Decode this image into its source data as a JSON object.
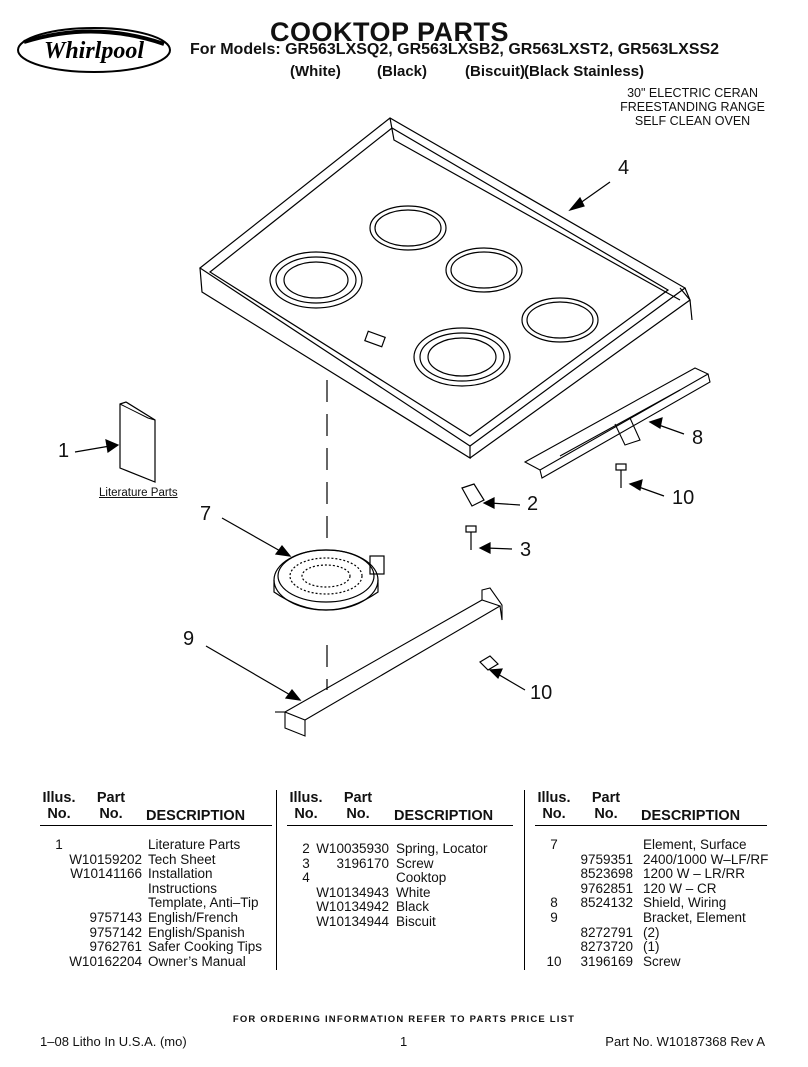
{
  "brand": "Whirlpool",
  "header": {
    "title": "COOKTOP PARTS",
    "models": "For Models: GR563LXSQ2, GR563LXSB2, GR563LXST2, GR563LXSS2",
    "color_white": "(White)",
    "color_black": "(Black)",
    "color_biscuit": "(Biscuit)",
    "color_black_stainless": "(Black Stainless)",
    "subtitle": [
      "30\" ELECTRIC CERAN",
      "FREESTANDING RANGE",
      "SELF CLEAN OVEN"
    ]
  },
  "diagram": {
    "labels": [
      "4",
      "8",
      "10",
      "2",
      "3",
      "1",
      "7",
      "9",
      "10"
    ],
    "literature_label": "Literature Parts"
  },
  "table": {
    "headers": {
      "illus": [
        "Illus.",
        "No."
      ],
      "part": [
        "Part",
        "No."
      ],
      "description": "DESCRIPTION"
    },
    "col1": [
      {
        "illus": "1",
        "part": "",
        "desc": "Literature Parts"
      },
      {
        "illus": "",
        "part": "W10159202",
        "desc": "Tech Sheet"
      },
      {
        "illus": "",
        "part": "W10141166",
        "desc": "Installation"
      },
      {
        "illus": "",
        "part": "",
        "desc": "Instructions"
      },
      {
        "illus": "",
        "part": "",
        "desc": "Template, Anti–Tip"
      },
      {
        "illus": "",
        "part": "9757143",
        "desc": "English/French"
      },
      {
        "illus": "",
        "part": "9757142",
        "desc": "English/Spanish"
      },
      {
        "illus": "",
        "part": "9762761",
        "desc": "Safer Cooking Tips"
      },
      {
        "illus": "",
        "part": "W10162204",
        "desc": "Owner’s Manual"
      }
    ],
    "col2": [
      {
        "illus": "2",
        "part": "W10035930",
        "desc": "Spring, Locator"
      },
      {
        "illus": "3",
        "part": "3196170",
        "desc": "Screw"
      },
      {
        "illus": "4",
        "part": "",
        "desc": "Cooktop"
      },
      {
        "illus": "",
        "part": "W10134943",
        "desc": "White"
      },
      {
        "illus": "",
        "part": "W10134942",
        "desc": "Black"
      },
      {
        "illus": "",
        "part": "W10134944",
        "desc": "Biscuit"
      }
    ],
    "col3": [
      {
        "illus": "7",
        "part": "",
        "desc": "Element, Surface"
      },
      {
        "illus": "",
        "part": "9759351",
        "desc": "2400/1000 W–LF/RF"
      },
      {
        "illus": "",
        "part": "8523698",
        "desc": "1200 W – LR/RR"
      },
      {
        "illus": "",
        "part": "9762851",
        "desc": "120 W – CR"
      },
      {
        "illus": "8",
        "part": "8524132",
        "desc": "Shield, Wiring"
      },
      {
        "illus": "9",
        "part": "",
        "desc": "Bracket, Element"
      },
      {
        "illus": "",
        "part": "8272791",
        "desc": "(2)"
      },
      {
        "illus": "",
        "part": "8273720",
        "desc": "(1)"
      },
      {
        "illus": "10",
        "part": "3196169",
        "desc": "Screw"
      }
    ]
  },
  "footer": {
    "note": "FOR ORDERING INFORMATION REFER TO PARTS PRICE LIST",
    "left": "1–08 Litho In U.S.A. (mo)",
    "page": "1",
    "right": "Part No. W10187368 Rev A"
  }
}
